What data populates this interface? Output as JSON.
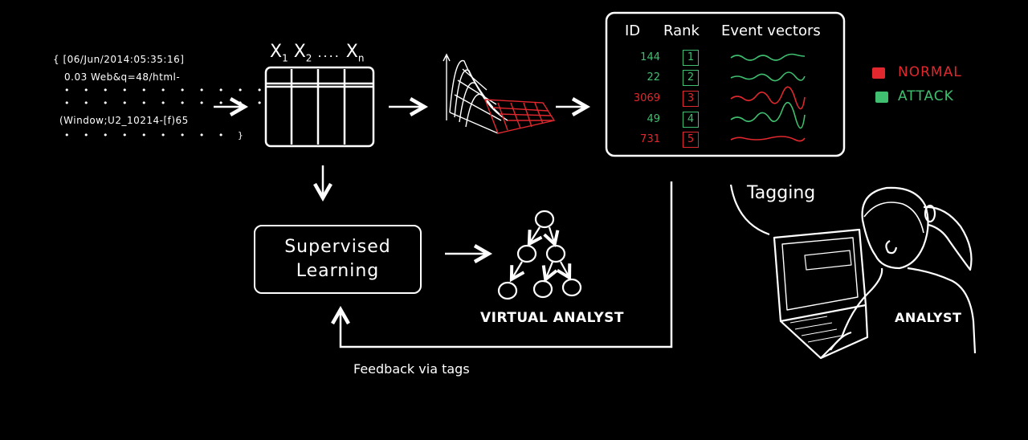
{
  "log": {
    "lines": [
      "{ [06/Jun/2014:05:35:16]",
      "0.03 Web&q=48/html-",
      "(Window;U2_10214-[f)65"
    ],
    "dot_rows": [
      "• • • •  •  •  •  •  •  •  •",
      "• • • •  •  •  •  •  •  •  •",
      "• • • •  •  •  •  •  •  }"
    ]
  },
  "matrix": {
    "columns_label": "X1 X2 .... Xn",
    "x1": "X",
    "s1": "1",
    "x2": "X",
    "s2": "2",
    "dots": "....",
    "xn": "X",
    "sn": "n"
  },
  "ranking_table": {
    "headers": {
      "id": "ID",
      "rank": "Rank",
      "vectors": "Event vectors"
    },
    "rows": [
      {
        "id": "144",
        "rank": "1",
        "color": "#3fbf6f"
      },
      {
        "id": "22",
        "rank": "2",
        "color": "#3fbf6f"
      },
      {
        "id": "3069",
        "rank": "3",
        "color": "#e0282e"
      },
      {
        "id": "49",
        "rank": "4",
        "color": "#3fbf6f"
      },
      {
        "id": "731",
        "rank": "5",
        "color": "#e0282e"
      }
    ]
  },
  "legend": [
    {
      "label": "NORMAL",
      "color": "#e0282e"
    },
    {
      "label": "ATTACK",
      "color": "#3fbf6f"
    }
  ],
  "supervised_learning": {
    "line1": "Supervised",
    "line2": "Learning"
  },
  "virtual_analyst_label": "VIRTUAL ANALYST",
  "tagging_label": "Tagging",
  "analyst_label": "ANALYST",
  "feedback_label": "Feedback via tags",
  "colors": {
    "green": "#3fbf6f",
    "red": "#e0282e",
    "stroke": "#ffffff"
  }
}
